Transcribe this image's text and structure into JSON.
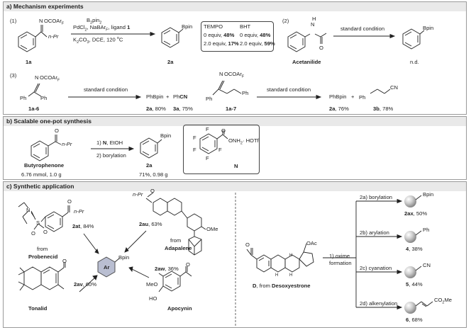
{
  "panel_a": {
    "title": "a) Mechanism experiments",
    "exp1": {
      "label": "(1)",
      "substrate_group": "OCOAr",
      "substrate_sub": "F",
      "substrate_chain": "n-Pr",
      "substrate_id": "1a",
      "reagent1_base": "B",
      "reagent1_sub1": "2",
      "reagent1_mid": "pin",
      "reagent1_sub2": "2",
      "reagent2_a": "PdCl",
      "reagent2_a_sub": "2",
      "reagent2_b": ", NaBAr",
      "reagent2_b_sub": "F",
      "reagent2_c": ", ligand ",
      "reagent2_d": "1",
      "reagent3_a": "K",
      "reagent3_a_sub": "2",
      "reagent3_b": "CO",
      "reagent3_b_sub": "3",
      "reagent3_c": ", DCE, 120 ",
      "reagent3_d": "o",
      "reagent3_e": "C",
      "product_label": "Bpin",
      "product_id": "2a",
      "table": {
        "col1_head": "TEMPO",
        "col2_head": "BHT",
        "r1c1a": "0 equiv, ",
        "r1c1b": "48%",
        "r1c2a": "0 equiv, ",
        "r1c2b": "48%",
        "r2c1a": "2.0 equiv, ",
        "r2c1b": "17%",
        "r2c2a": "2.0 equiv, ",
        "r2c2b": "59%"
      }
    },
    "exp2": {
      "label": "(2)",
      "nh": "H",
      "n": "N",
      "o": "O",
      "substrate_id": "Acetanilide",
      "condition": "standard condition",
      "product_label": "Bpin",
      "result": "n.d."
    },
    "exp3": {
      "label": "(3)",
      "substrate_group": "OCOAr",
      "substrate_sub": "F",
      "n": "N",
      "ph_left": "Ph",
      "ph_right": "Ph",
      "substrate_id": "1a-6",
      "condition": "standard condition",
      "prod1": "PhBpin",
      "plus": "+",
      "prod2a": "Ph",
      "prod2b": "CN",
      "prod1_id": "2a",
      "prod1_yield": ", 80%",
      "prod2_id": "3a",
      "prod2_yield": ", 75%"
    },
    "exp4": {
      "substrate_group": "OCOAr",
      "substrate_sub": "F",
      "n": "N",
      "ph_a": "Ph",
      "ph_b": "Ph",
      "substrate_id": "1a-7",
      "condition": "standard condition",
      "prod1": "PhBpin",
      "plus": "+",
      "prod2_ph": "Ph",
      "prod2_cn": "CN",
      "prod1_id": "2a",
      "prod1_yield": ", 76%",
      "prod2_id": "3b",
      "prod2_yield": ", 78%"
    }
  },
  "panel_b": {
    "title": "b) Scalable one-pot synthesis",
    "o": "O",
    "chain": "n-Pr",
    "substrate_name": "Butyrophenone",
    "scale": "6.76 mmol, 1.0 g",
    "step1a": "1) ",
    "step1b": "N",
    "step1c": ", EtOH",
    "step2": "2) borylation",
    "product_label": "Bpin",
    "product_id": "2a",
    "product_yield": "71%, 0.98 g",
    "reagent": {
      "f": "F",
      "onh2": "ONH",
      "onh2_sub": "2",
      "salt": "· HOTf",
      "o": "O",
      "id": "N"
    }
  },
  "panel_c": {
    "title": "c) Synthetic application",
    "center_ar": "Ar",
    "center_bpin": "Bpin",
    "probenecid": {
      "n": "N",
      "s": "S",
      "o1": "O",
      "o2": "O",
      "o3": "O",
      "chain": "n-Pr",
      "id": "2at",
      "yield": ", 84%",
      "from": "from",
      "name": "Probenecid"
    },
    "adapalene": {
      "chain": "n-Pr",
      "o": "O",
      "ome": "OMe",
      "id": "2au",
      "yield": ", 63%",
      "from": "from",
      "name": "Adapalene"
    },
    "tonalid": {
      "o": "O",
      "id": "2av",
      "yield": ", 60%",
      "name": "Tonalid"
    },
    "apocynin": {
      "o": "O",
      "meo": "MeO",
      "ho": "HO",
      "id": "2aw",
      "yield": ", 36%",
      "name": "Apocynin"
    },
    "desoxyestrone": {
      "o": "O",
      "oac": "OAc",
      "h1": "H",
      "h2": "H",
      "h3": "H",
      "id": "D",
      "from_text": ", from ",
      "name": "Desoxyestrone",
      "step1": "1) oxime",
      "step1b": "formation"
    },
    "branches": [
      {
        "cond": "2a) borylation",
        "group": "Bpin",
        "id": "2ax",
        "yield": ", 50%"
      },
      {
        "cond": "2b) arylation",
        "group": "Ph",
        "id": "4",
        "yield": ", 38%"
      },
      {
        "cond": "2c) cyanation",
        "group": "CN",
        "id": "5",
        "yield": ", 44%"
      },
      {
        "cond": "2d) alkenylation",
        "group": "CO",
        "group_sub": "2",
        "group_tail": "Me",
        "id": "6",
        "yield": ", 68%"
      }
    ]
  }
}
